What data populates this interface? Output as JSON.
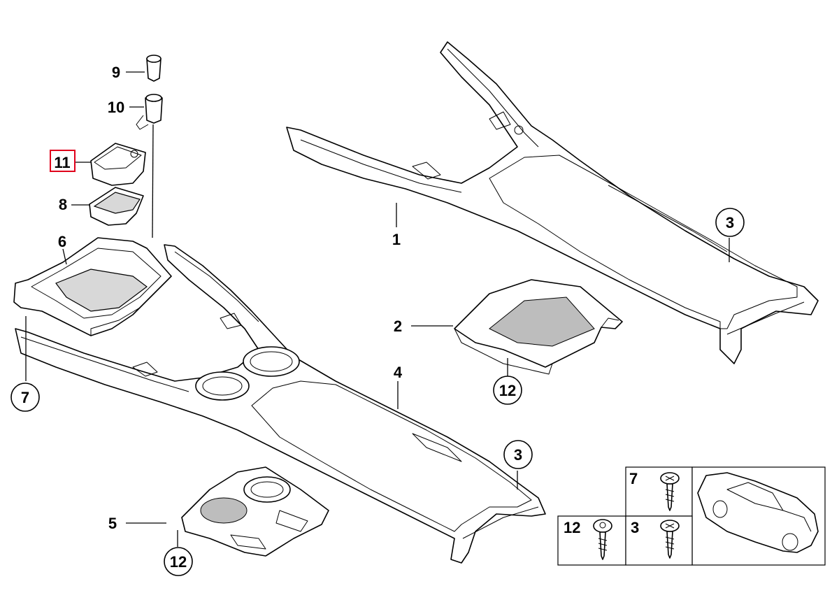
{
  "diagram": {
    "highlight_color": "#e0001b",
    "callouts": [
      {
        "id": "c1",
        "text": "1",
        "circled": false,
        "boxed": false
      },
      {
        "id": "c2",
        "text": "2",
        "circled": false,
        "boxed": false
      },
      {
        "id": "c3a",
        "text": "3",
        "circled": true,
        "boxed": false
      },
      {
        "id": "c3b",
        "text": "3",
        "circled": true,
        "boxed": false
      },
      {
        "id": "c4",
        "text": "4",
        "circled": false,
        "boxed": false
      },
      {
        "id": "c5",
        "text": "5",
        "circled": false,
        "boxed": false
      },
      {
        "id": "c6",
        "text": "6",
        "circled": false,
        "boxed": false
      },
      {
        "id": "c7",
        "text": "7",
        "circled": true,
        "boxed": false
      },
      {
        "id": "c8",
        "text": "8",
        "circled": false,
        "boxed": false
      },
      {
        "id": "c9",
        "text": "9",
        "circled": false,
        "boxed": false
      },
      {
        "id": "c10",
        "text": "10",
        "circled": false,
        "boxed": false
      },
      {
        "id": "c11",
        "text": "11",
        "circled": false,
        "boxed": true
      },
      {
        "id": "c12a",
        "text": "12",
        "circled": true,
        "boxed": false
      },
      {
        "id": "c12b",
        "text": "12",
        "circled": true,
        "boxed": false
      }
    ],
    "legend": {
      "screw7": "7",
      "screw12": "12",
      "screw3": "3"
    }
  }
}
